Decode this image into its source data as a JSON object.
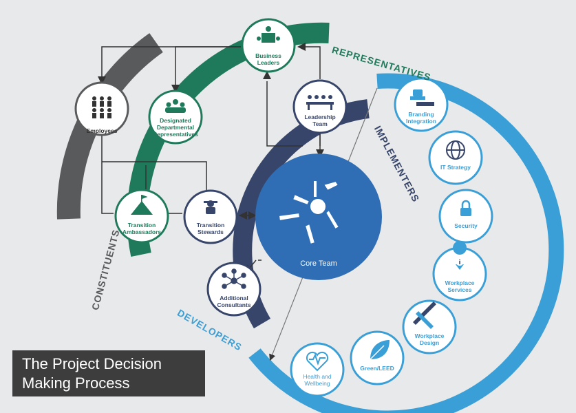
{
  "title": {
    "line1": "The Project Decision",
    "line2": "Making Process"
  },
  "arcs": {
    "representatives": "REPRESENTATIVES",
    "implementers": "IMPLEMENTERS",
    "constituents": "CONSTITUENTS",
    "developers": "DEVELOPERS"
  },
  "colors": {
    "constituents": "#595a5c",
    "representatives": "#1e7a5a",
    "implementers": "#37456a",
    "developers": "#3a9fd6",
    "core": "#2f6db5"
  },
  "nodes": {
    "business_leaders": {
      "label": "Business Leaders",
      "icon": "podium-icon"
    },
    "employees": {
      "label": "Employees",
      "icon": "people-icon"
    },
    "designated": {
      "label": "Designated Departmental Representatives",
      "icon": "group-icon"
    },
    "leadership": {
      "label": "Leadership Team",
      "icon": "meeting-icon"
    },
    "transition_ambassadors": {
      "label": "Transition Ambassadors",
      "icon": "flag-hill-icon"
    },
    "transition_stewards": {
      "label": "Transition Stewards",
      "icon": "pilot-icon"
    },
    "additional_consultants": {
      "label": "Additional Consultants",
      "icon": "network-icon"
    },
    "core_team": {
      "label": "Core Team",
      "icon": "hands-icon"
    },
    "branding": {
      "label": "Branding Integration",
      "icon": "stamp-icon"
    },
    "it_strategy": {
      "label": "IT Strategy",
      "icon": "globe-icon"
    },
    "security": {
      "label": "Security",
      "icon": "lock-icon"
    },
    "workplace_services": {
      "label": "Workplace Services",
      "icon": "info-icon"
    },
    "workplace_design": {
      "label": "Workplace Design",
      "icon": "drafting-icon"
    },
    "green_leed": {
      "label": "Green/LEED",
      "icon": "leaf-icon"
    },
    "health": {
      "label": "Health and Wellbeing",
      "icon": "heart-icon"
    }
  }
}
